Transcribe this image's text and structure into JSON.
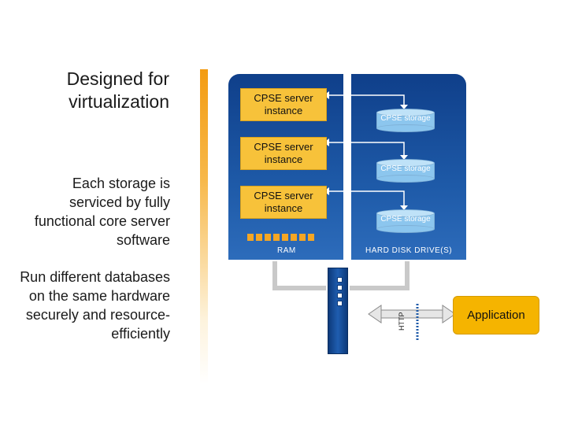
{
  "title": "Designed for virtualization",
  "description_1": "Each storage is serviced by fully functional core server software",
  "description_2": "Run different databases on the same hardware securely and resource-efficiently",
  "instances": [
    "CPSE server instance",
    "CPSE server instance",
    "CPSE server instance"
  ],
  "storages": [
    "CPSE storage",
    "CPSE storage",
    "CPSE storage"
  ],
  "ram_label": "RAM",
  "hdd_label": "HARD DISK DRIVE(S)",
  "http_label": "HTTP",
  "application_label": "Application",
  "colors": {
    "panel_blue": "#1e5aa8",
    "instance_yellow": "#f7c23a",
    "accent_orange": "#f39c12",
    "storage_blue": "#8cc6ee"
  }
}
